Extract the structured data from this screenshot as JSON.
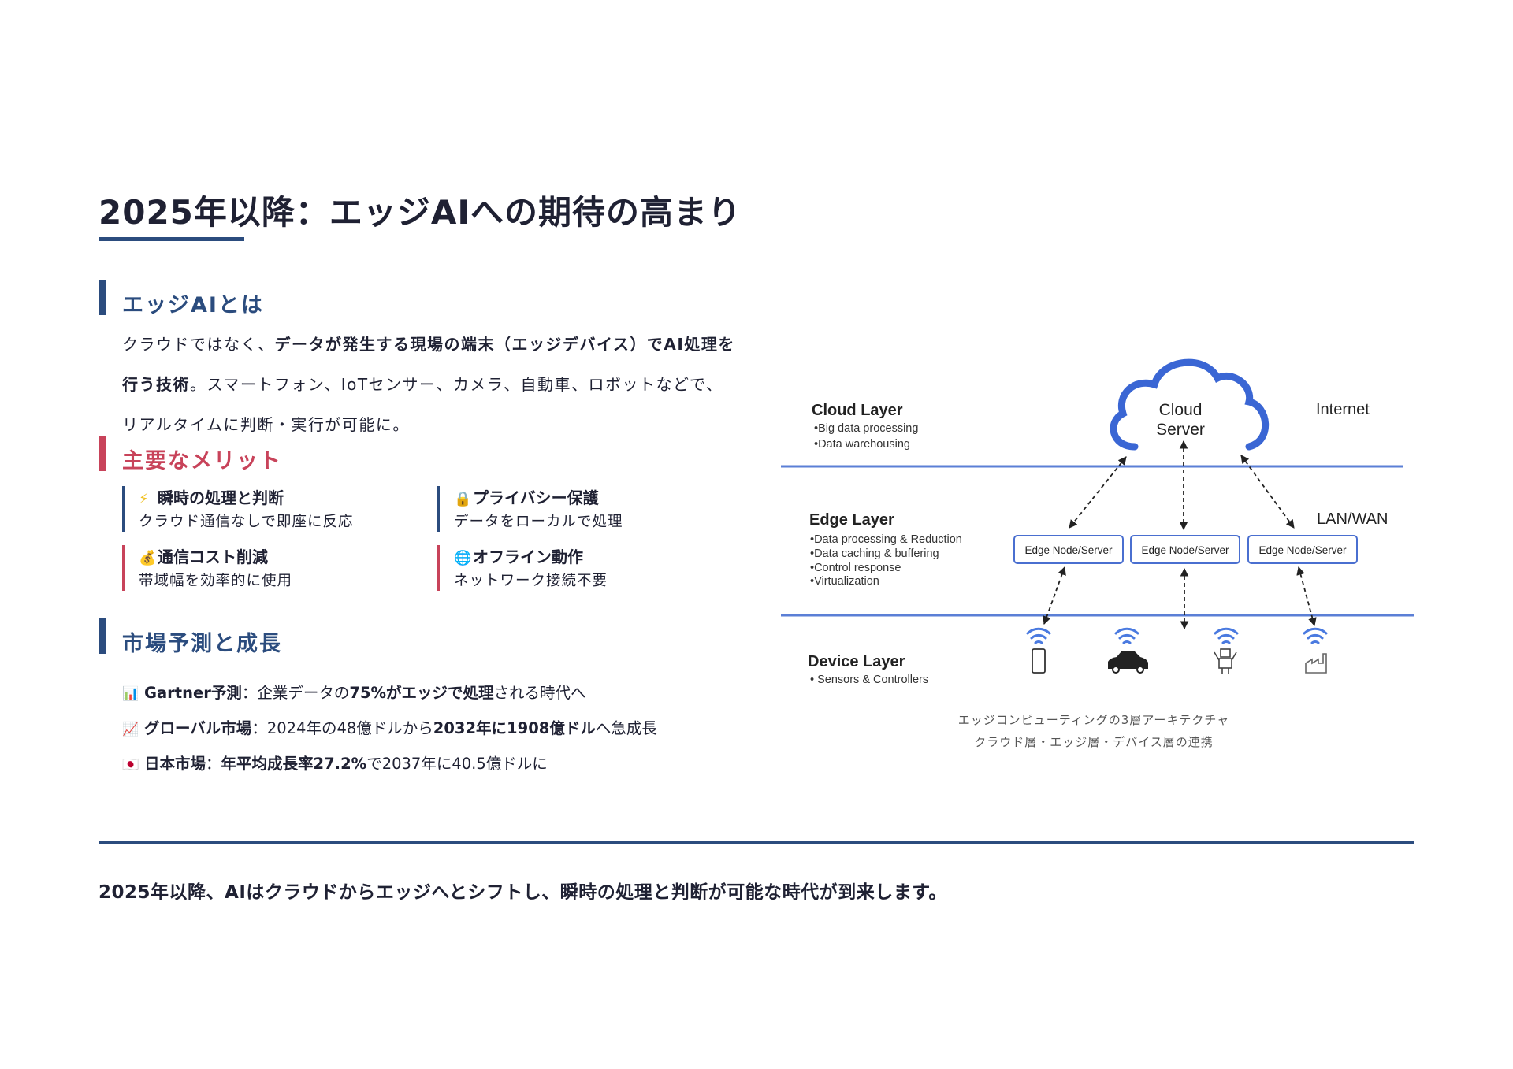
{
  "title": "2025年以降：エッジAIへの期待の高まり",
  "section_edge_ai": {
    "heading": "エッジAIとは",
    "body_1": "クラウドではなく、",
    "body_bold": "データが発生する現場の端末（エッジデバイス）でAI処理を行う技術",
    "body_2": "。スマートフォン、IoTセンサー、カメラ、自動車、ロボットなどで、リアルタイムに判断・実行が可能に。"
  },
  "section_benefits": {
    "heading": "主要なメリット",
    "items": [
      {
        "icon": "⚡",
        "title": "瞬時の処理と判断",
        "desc": "クラウド通信なしで即座に反応"
      },
      {
        "icon": "🔒",
        "title": "プライバシー保護",
        "desc": "データをローカルで処理"
      },
      {
        "icon": "💰",
        "title": "通信コスト削減",
        "desc": "帯域幅を効率的に使用"
      },
      {
        "icon": "🌐",
        "title": "オフライン動作",
        "desc": "ネットワーク接続不要"
      }
    ]
  },
  "section_market": {
    "heading": "市場予測と成長",
    "items": [
      {
        "icon": "📊",
        "label": "Gartner予測",
        "sep": "：",
        "text_a": "企業データの",
        "bold": "75%がエッジで処理",
        "text_b": "される時代へ"
      },
      {
        "icon": "📈",
        "label": "グローバル市場",
        "sep": "：",
        "text_a": "2024年の48億ドルから",
        "bold": "2032年に1908億ドル",
        "text_b": "へ急成長"
      },
      {
        "icon": "🇯🇵",
        "label": "日本市場",
        "sep": "：",
        "text_a": "",
        "bold": "年平均成長率27.2%",
        "text_b": "で2037年に40.5億ドルに"
      }
    ]
  },
  "diagram": {
    "cloud_layer": "Cloud Layer",
    "cloud_bullets": [
      "•Big data processing",
      "•Data warehousing"
    ],
    "cloud_server": [
      "Cloud",
      "Server"
    ],
    "internet": "Internet",
    "edge_layer": "Edge Layer",
    "edge_bullets": [
      "•Data processing & Reduction",
      "•Data caching & buffering",
      "•Control response",
      "•Virtualization"
    ],
    "lan_wan": "LAN/WAN",
    "edge_nodes": [
      "Edge Node/Server",
      "Edge Node/Server",
      "Edge Node/Server"
    ],
    "device_layer": "Device Layer",
    "device_bullets": [
      "• Sensors & Controllers"
    ],
    "caption_1": "エッジコンピューティングの3層アーキテクチャ",
    "caption_2": "クラウド層・エッジ層・デバイス層の連携",
    "colors": {
      "line": "#5b7fd6",
      "cloud": "#3a66d4"
    }
  },
  "conclusion": "2025年以降、AIはクラウドからエッジへとシフトし、瞬時の処理と判断が可能な時代が到来します。"
}
